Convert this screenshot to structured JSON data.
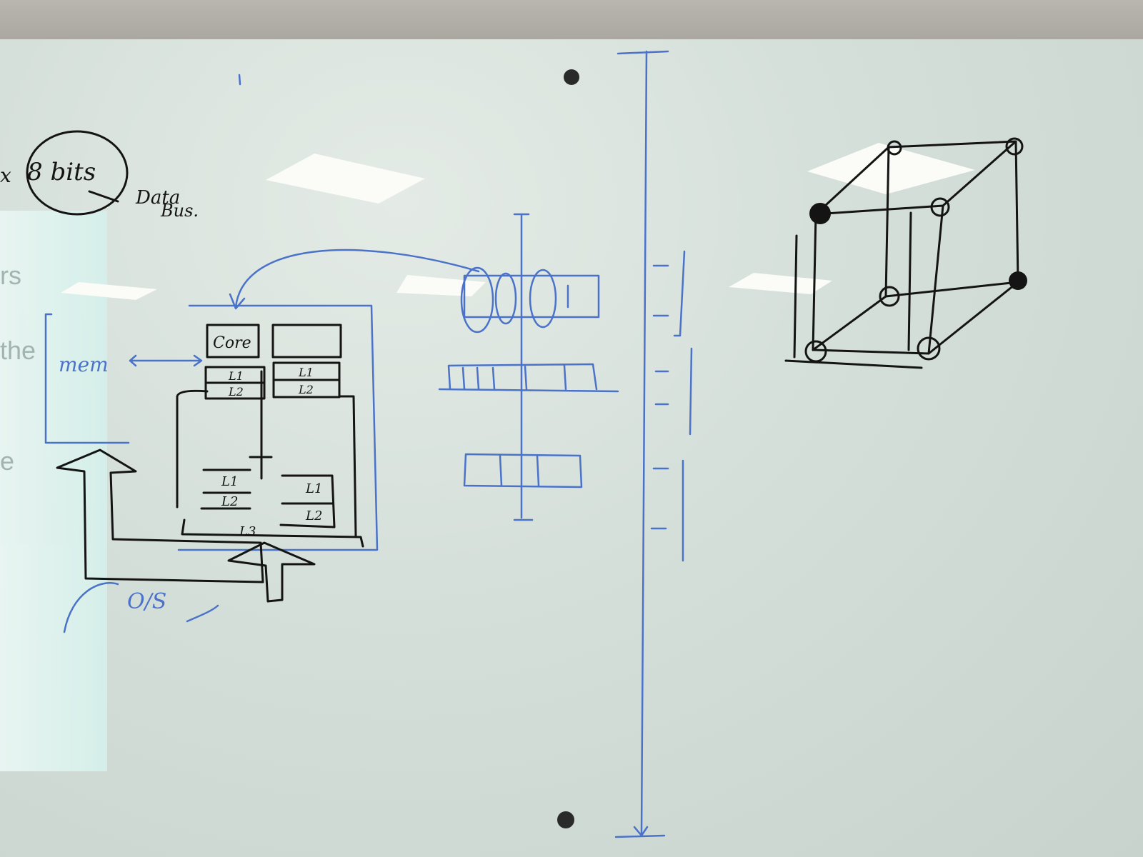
{
  "whiteboard": {
    "notes": {
      "bits": "8 bits",
      "times": "x",
      "data_bus_line1": "Data",
      "data_bus_line2": "Bus.",
      "core": "Core",
      "mem": "mem",
      "os": "O/S",
      "l1": "L1",
      "l2": "L2",
      "l3": "L3"
    },
    "projection_fragments": [
      "rs",
      "the",
      "e"
    ]
  },
  "colors": {
    "marker_blue": "#4b72c9",
    "marker_black": "#141414",
    "board": "#d6e0da"
  }
}
